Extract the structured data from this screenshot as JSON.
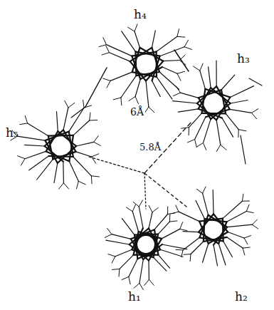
{
  "diagram": {
    "labels": [
      "h₄",
      "h₃",
      "h₅",
      "h₁",
      "h₂",
      "6Å",
      "5.8Å"
    ]
  }
}
